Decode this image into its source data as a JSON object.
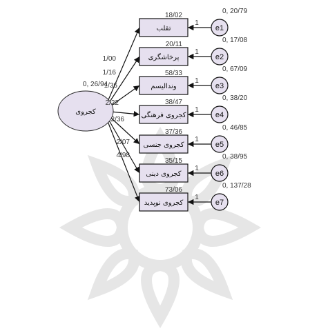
{
  "latent": {
    "label": "کجروی",
    "variance": "0, 26/94"
  },
  "observed": [
    {
      "label": "تقلب",
      "intercept": "18/02",
      "loading": "1/00",
      "error": "e1",
      "error_variance": "0, 20/79",
      "error_path": "1"
    },
    {
      "label": "پرخاشگری",
      "intercept": "20/11",
      "loading": "1/16",
      "error": "e2",
      "error_variance": "0, 17/08",
      "error_path": "1"
    },
    {
      "label": "وندالیسم",
      "intercept": "58/33",
      "loading": "1/36",
      "error": "e3",
      "error_variance": "0, 67/09",
      "error_path": "1"
    },
    {
      "label": "کجروی فرهنگی",
      "intercept": "38/47",
      "loading": "2/22",
      "error": "e4",
      "error_variance": "0, 38/20",
      "error_path": "1"
    },
    {
      "label": "کجروی جنسی",
      "intercept": "37/36",
      "loading": "2/36",
      "error": "e5",
      "error_variance": "0, 46/85",
      "error_path": "1"
    },
    {
      "label": "کجروی دینی",
      "intercept": "35/15",
      "loading": "2/07",
      "error": "e6",
      "error_variance": "0, 38/95",
      "error_path": "1"
    },
    {
      "label": "کجروی نوپدید",
      "intercept": "73/06",
      "loading": "4/98",
      "error": "e7",
      "error_variance": "0, 137/28",
      "error_path": "1"
    }
  ],
  "colors": {
    "fill": "#e6e0ef",
    "stroke": "#222222",
    "watermark": "#cfcfcf"
  }
}
